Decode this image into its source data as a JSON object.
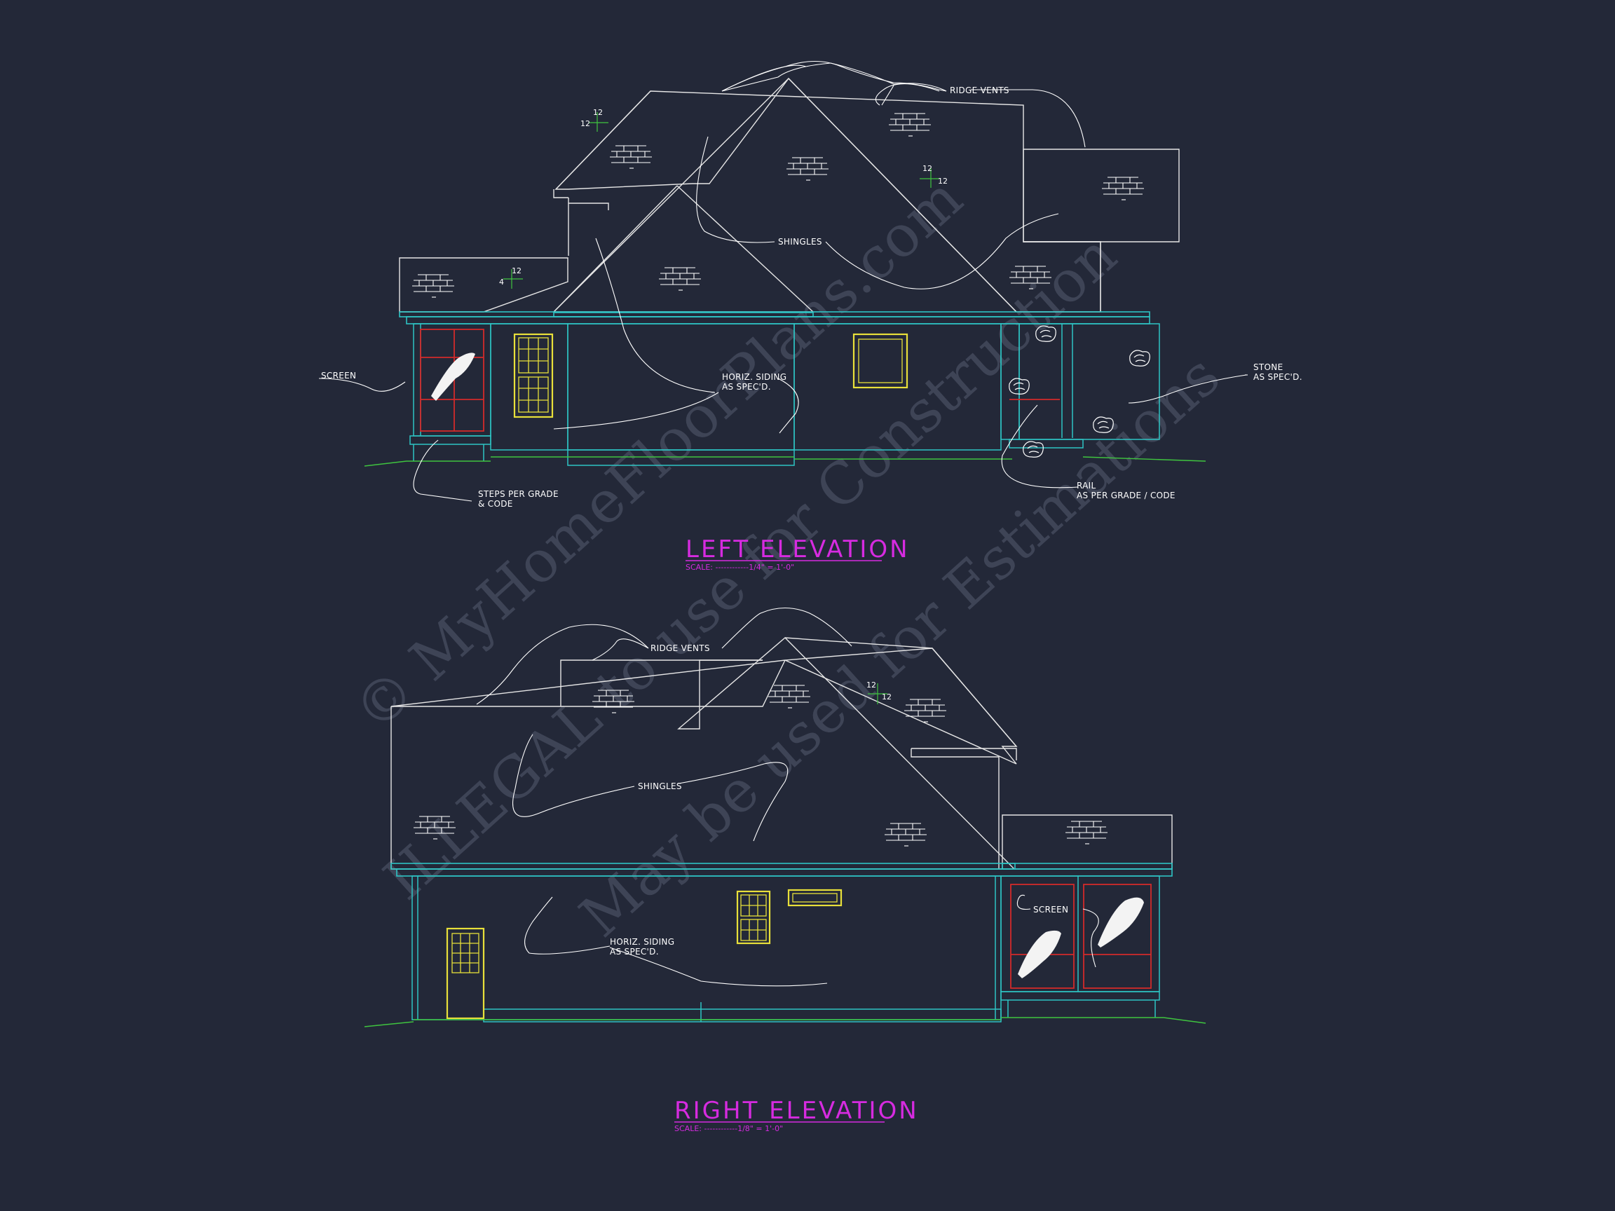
{
  "watermark": {
    "line1": "© MyHomeFloorPlans.com",
    "line2": "ILLEGAL to use for Construction",
    "line3": "May be used for Estimations"
  },
  "left_elevation": {
    "title": "LEFT ELEVATION",
    "scale": "SCALE: ------------1/4\" = 1'-0\"",
    "notes": {
      "ridge_vents": "RIDGE VENTS",
      "shingles": "SHINGLES",
      "screen": "SCREEN",
      "siding_line1": "HORIZ. SIDING",
      "siding_line2": "AS SPEC'D.",
      "stone_line1": "STONE",
      "stone_line2": "AS SPEC'D.",
      "steps_line1": "STEPS PER GRADE",
      "steps_line2": "& CODE",
      "rail_line1": "RAIL",
      "rail_line2": "AS PER GRADE / CODE"
    },
    "pitch_labels": [
      "12",
      "12",
      "12",
      "12",
      "12",
      "4"
    ]
  },
  "right_elevation": {
    "title": "RIGHT ELEVATION",
    "scale": "SCALE: ------------1/8\" = 1'-0\"",
    "notes": {
      "ridge_vents": "RIDGE VENTS",
      "shingles": "SHINGLES",
      "siding_line1": "HORIZ. SIDING",
      "siding_line2": "AS SPEC'D.",
      "screen": "SCREEN"
    },
    "pitch_labels": [
      "12",
      "12"
    ]
  },
  "colors": {
    "background": "#232838",
    "roof_lines": "#e6e6e6",
    "wall_trim": "#2ec4c4",
    "windows": "#e8e03a",
    "screen_frames": "#d22a2a",
    "grade": "#3fc43f",
    "titles": "#d62be0"
  }
}
